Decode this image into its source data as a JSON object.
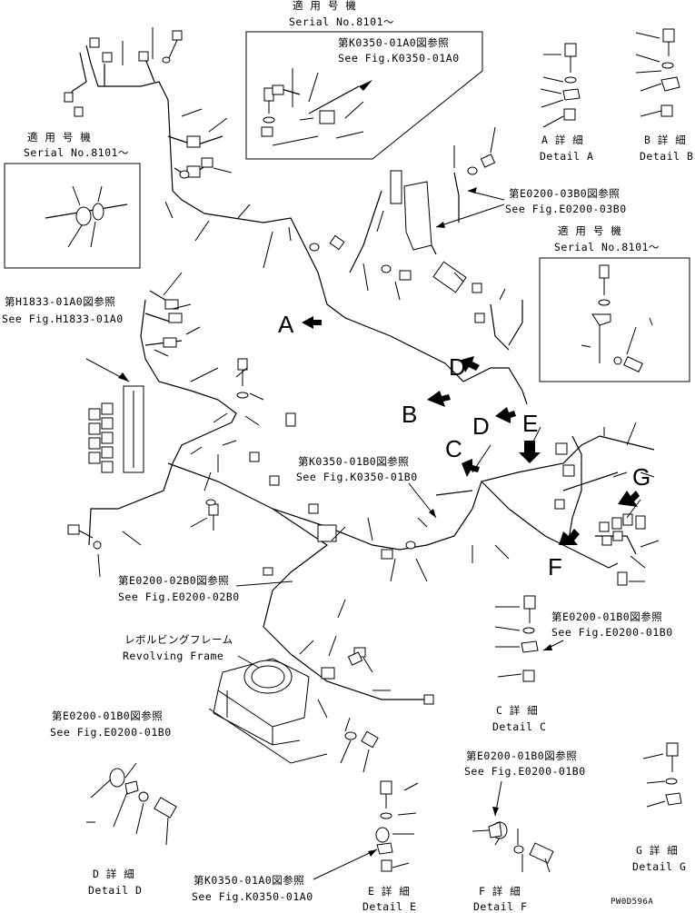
{
  "serial_applicability": {
    "top": {
      "jp": "適 用 号 機",
      "en": "Serial No.8101～"
    },
    "left": {
      "jp": "適 用 号 機",
      "en": "Serial No.8101～"
    },
    "right": {
      "jp": "適 用 号 機",
      "en": "Serial No.8101～"
    }
  },
  "references": {
    "k0350_01a0_top": {
      "jp": "第K0350-01A0図参照",
      "en": "See Fig.K0350-01A0"
    },
    "e0200_03b0": {
      "jp": "第E0200-03B0図参照",
      "en": "See Fig.E0200-03B0"
    },
    "h1833_01a0": {
      "jp": "第H1833-01A0図参照",
      "en": "See Fig.H1833-01A0"
    },
    "k0350_01b0": {
      "jp": "第K0350-01B0図参照",
      "en": "See Fig.K0350-01B0"
    },
    "e0200_02b0": {
      "jp": "第E0200-02B0図参照",
      "en": "See Fig.E0200-02B0"
    },
    "e0200_01b0_c": {
      "jp": "第E0200-01B0図参照",
      "en": "See Fig.E0200-01B0"
    },
    "e0200_01b0_d": {
      "jp": "第E0200-01B0図参照",
      "en": "See Fig.E0200-01B0"
    },
    "e0200_01b0_f": {
      "jp": "第E0200-01B0図参照",
      "en": "See Fig.E0200-01B0"
    },
    "k0350_01a0_e": {
      "jp": "第K0350-01A0図参照",
      "en": "See Fig.K0350-01A0"
    }
  },
  "revolving_frame": {
    "jp": "レボルビングフレーム",
    "en": "Revolving Frame"
  },
  "details": {
    "A": {
      "jp": "A 詳 細",
      "en": "Detail A"
    },
    "B": {
      "jp": "B 詳 細",
      "en": "Detail B"
    },
    "C": {
      "jp": "C 詳 細",
      "en": "Detail C"
    },
    "D": {
      "jp": "D 詳 細",
      "en": "Detail D"
    },
    "E": {
      "jp": "E 詳 細",
      "en": "Detail E"
    },
    "F": {
      "jp": "F 詳 細",
      "en": "Detail F"
    },
    "G": {
      "jp": "G 詳 細",
      "en": "Detail G"
    }
  },
  "view_letters": {
    "A": "A",
    "B": "B",
    "C": "C",
    "D1": "D",
    "D2": "D",
    "E": "E",
    "F": "F",
    "G": "G"
  },
  "drawing_code": "PW0D596A"
}
